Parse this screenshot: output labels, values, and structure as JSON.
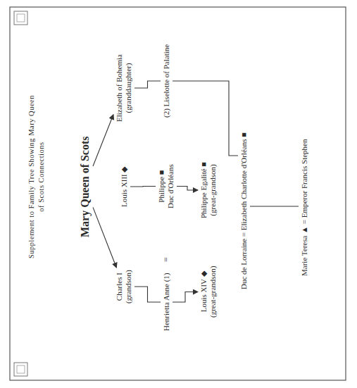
{
  "diagram": {
    "title": "Supplement to Family Tree Showing Mary Queen of Scots Connections",
    "nodes": [
      {
        "text": [
          "Mary Queen of Scots"
        ]
      },
      {
        "text": [
          "Charles I",
          "(grandson)"
        ]
      },
      {
        "text": [
          "Louis XIII ◆"
        ]
      },
      {
        "text": [
          "Elizabeth of Bohemia",
          "(granddaughter)"
        ]
      },
      {
        "text": [
          "Henrietta Anne (1)"
        ]
      },
      {
        "text": [
          "Philippe ■",
          "Duc d'Orléans"
        ]
      },
      {
        "text": [
          "(2) Liselotte of Palatine"
        ]
      },
      {
        "text": [
          "Louis XIV ◆",
          "(great-grandson)"
        ]
      },
      {
        "text": [
          "Philippe Egalité ■",
          "(great-grandson)"
        ]
      },
      {
        "text": [
          "Duc de Lorraine = Elizabeth Charlotte d'Orléans ■"
        ]
      },
      {
        "text": [
          "Marie Teresa ▲ = Emperor Francis Stephen"
        ]
      }
    ],
    "edges": [
      {
        "from": 0,
        "to": 1,
        "arrow": "to"
      },
      {
        "from": 0,
        "to": 3,
        "arrow": "to"
      },
      {
        "from": 1,
        "to": 4,
        "arrow": "none"
      },
      {
        "from": 2,
        "to": 5,
        "arrow": "none"
      },
      {
        "from": 3,
        "to": 6,
        "arrow": "none"
      },
      {
        "from": 4,
        "to": 7,
        "arrow": "to"
      },
      {
        "from": 5,
        "to": 8,
        "arrow": "to"
      },
      {
        "from": 6,
        "to": 9,
        "arrow": "none"
      },
      {
        "from": 9,
        "to": 10,
        "arrow": "none"
      }
    ],
    "labels": [
      "="
    ]
  }
}
